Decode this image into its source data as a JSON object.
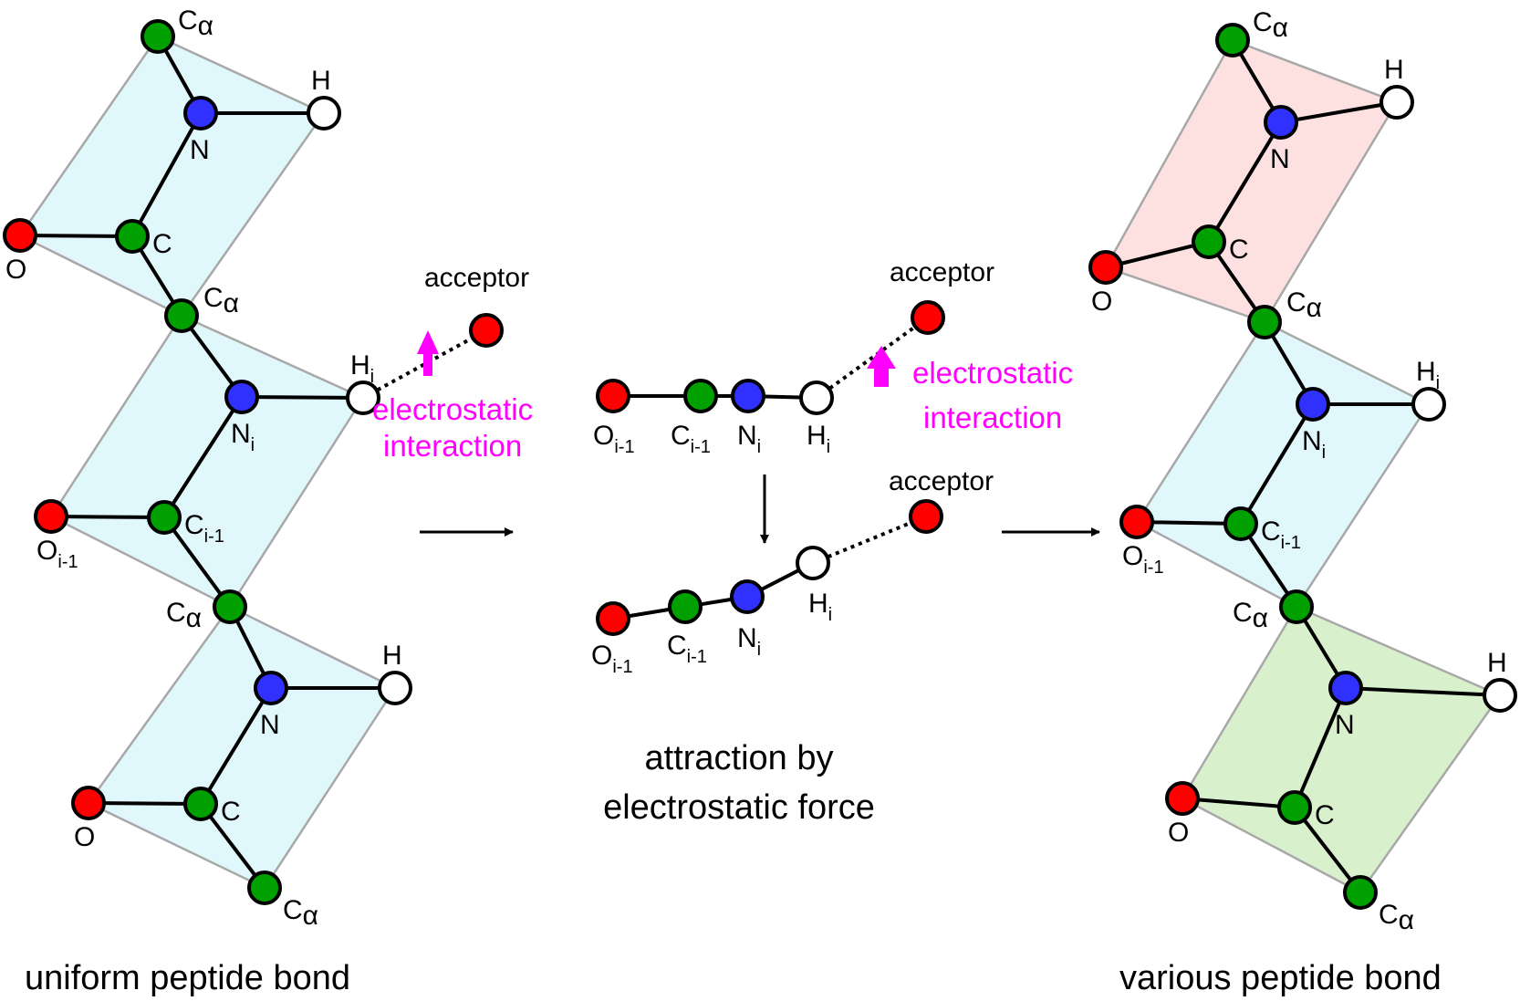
{
  "colors": {
    "oxygen": "#ff0000",
    "carbon": "#00a000",
    "nitrogen": "#3030ff",
    "hydrogen": "#ffffff",
    "plane_blue": "#e0f7fc",
    "plane_pink": "#fde1e1",
    "plane_green": "#d9f0cc",
    "electrostatic": "#ff00ff"
  },
  "panels": {
    "left": {
      "caption": "uniform peptide bond",
      "units": [
        {
          "plane": "blue",
          "atoms": {
            "ca1": {
              "label": "Cα"
            },
            "n": {
              "label": "N",
              "sub": ""
            },
            "h": {
              "label": "H",
              "sub": ""
            },
            "o": {
              "label": "O",
              "sub": ""
            },
            "c": {
              "label": "C",
              "sub": ""
            }
          }
        },
        {
          "plane": "blue",
          "atoms": {
            "ca1": {
              "label": "Cα"
            },
            "n": {
              "label": "N",
              "sub": "i"
            },
            "h": {
              "label": "H",
              "sub": "i"
            },
            "o": {
              "label": "O",
              "sub": "i-1"
            },
            "c": {
              "label": "C",
              "sub": "i-1"
            }
          }
        },
        {
          "plane": "blue",
          "atoms": {
            "ca1": {
              "label": "Cα"
            },
            "n": {
              "label": "N",
              "sub": ""
            },
            "h": {
              "label": "H",
              "sub": ""
            },
            "o": {
              "label": "O",
              "sub": ""
            },
            "c": {
              "label": "C",
              "sub": ""
            },
            "ca2": {
              "label": "Cα"
            }
          }
        }
      ],
      "acceptor_label": "acceptor",
      "interaction_line1": "electrostatic",
      "interaction_line2": "interaction"
    },
    "middle": {
      "top_chain": {
        "o": "O",
        "o_sub": "i-1",
        "c": "C",
        "c_sub": "i-1",
        "n": "N",
        "n_sub": "i",
        "h": "H",
        "h_sub": "i"
      },
      "top_acceptor_label": "acceptor",
      "interaction_line1": "electrostatic",
      "interaction_line2": "interaction",
      "bottom_chain": {
        "o": "O",
        "o_sub": "i-1",
        "c": "C",
        "c_sub": "i-1",
        "n": "N",
        "n_sub": "i",
        "h": "H",
        "h_sub": "i"
      },
      "bottom_acceptor_label": "acceptor",
      "caption_line1": "attraction by",
      "caption_line2": "electrostatic force"
    },
    "right": {
      "caption": "various peptide bond",
      "units": [
        {
          "plane": "pink",
          "atoms": {
            "ca1": {
              "label": "Cα"
            },
            "n": {
              "label": "N",
              "sub": ""
            },
            "h": {
              "label": "H",
              "sub": ""
            },
            "o": {
              "label": "O",
              "sub": ""
            },
            "c": {
              "label": "C",
              "sub": ""
            }
          }
        },
        {
          "plane": "blue",
          "atoms": {
            "ca1": {
              "label": "Cα"
            },
            "n": {
              "label": "N",
              "sub": "i"
            },
            "h": {
              "label": "H",
              "sub": "i"
            },
            "o": {
              "label": "O",
              "sub": "i-1"
            },
            "c": {
              "label": "C",
              "sub": "i-1"
            }
          }
        },
        {
          "plane": "green",
          "atoms": {
            "ca1": {
              "label": "Cα"
            },
            "n": {
              "label": "N",
              "sub": ""
            },
            "h": {
              "label": "H",
              "sub": ""
            },
            "o": {
              "label": "O",
              "sub": ""
            },
            "c": {
              "label": "C",
              "sub": ""
            },
            "ca2": {
              "label": "Cα"
            }
          }
        }
      ]
    }
  }
}
